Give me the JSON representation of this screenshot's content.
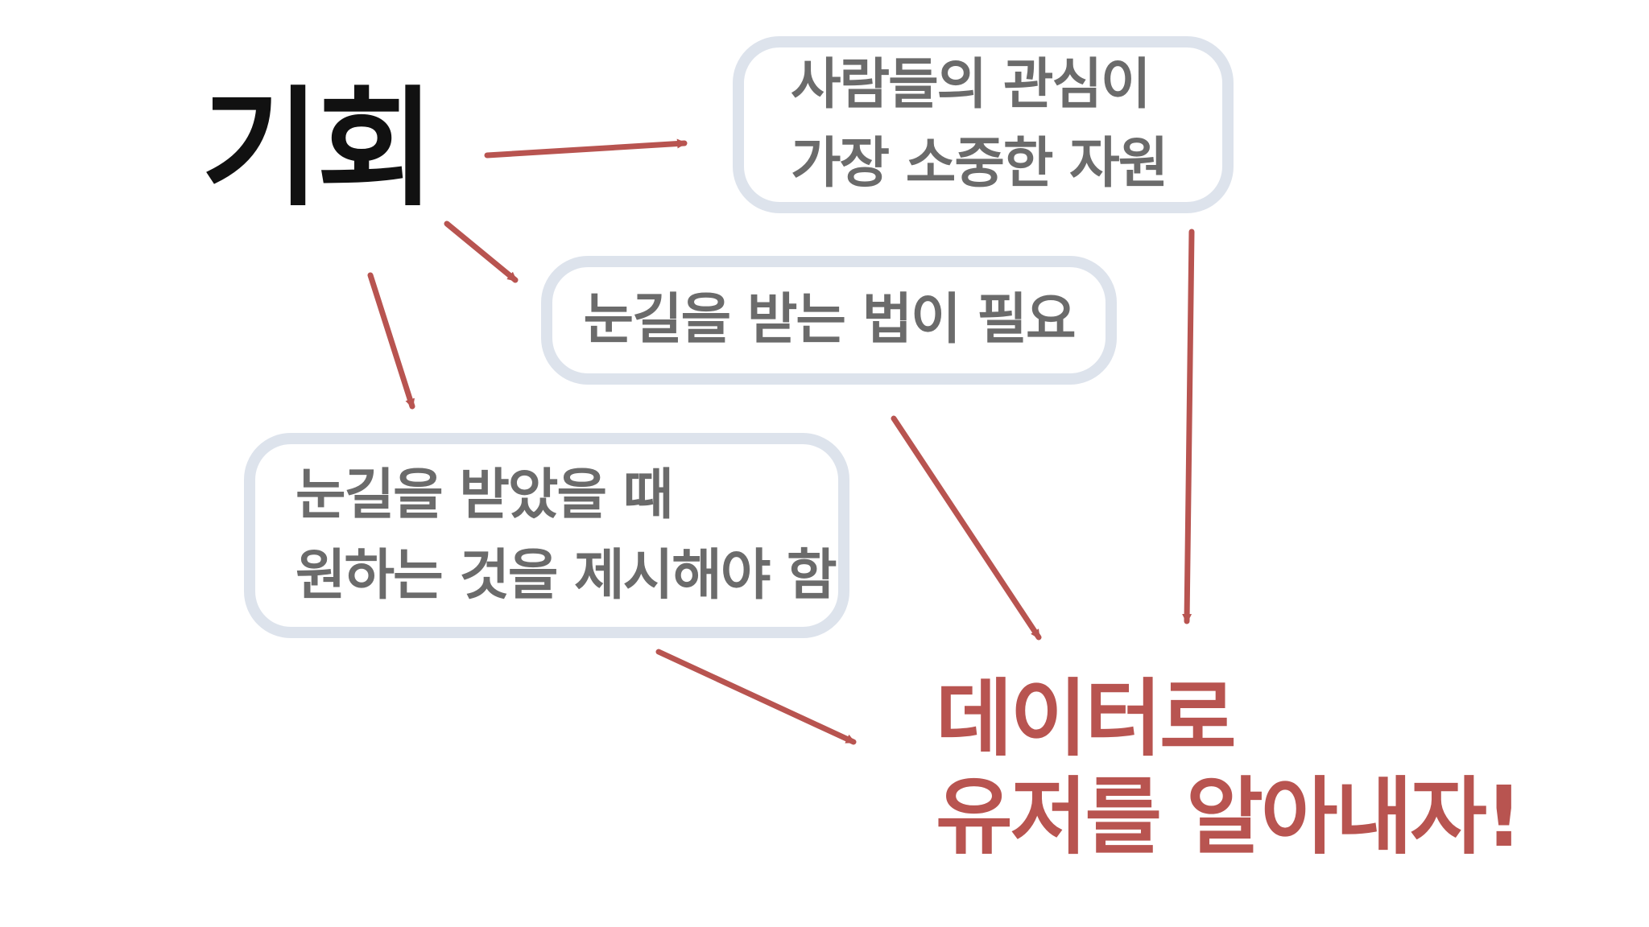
{
  "title": "기회",
  "boxes": {
    "attention": {
      "lines": [
        "사람들의 관심이",
        "가장 소중한 자원"
      ]
    },
    "receive": {
      "lines": [
        "눈길을 받는 법이 필요"
      ]
    },
    "offer": {
      "lines": [
        "눈길을 받았을 때",
        "원하는 것을 제시해야 함"
      ]
    }
  },
  "conclusion": {
    "lines": [
      "데이터로",
      "유저를 알아내자!"
    ]
  },
  "colors": {
    "title": "#111111",
    "box_border": "#dde3ec",
    "box_text": "#6b6b6b",
    "accent": "#b85450"
  },
  "icons": [
    "arrow-icon"
  ]
}
